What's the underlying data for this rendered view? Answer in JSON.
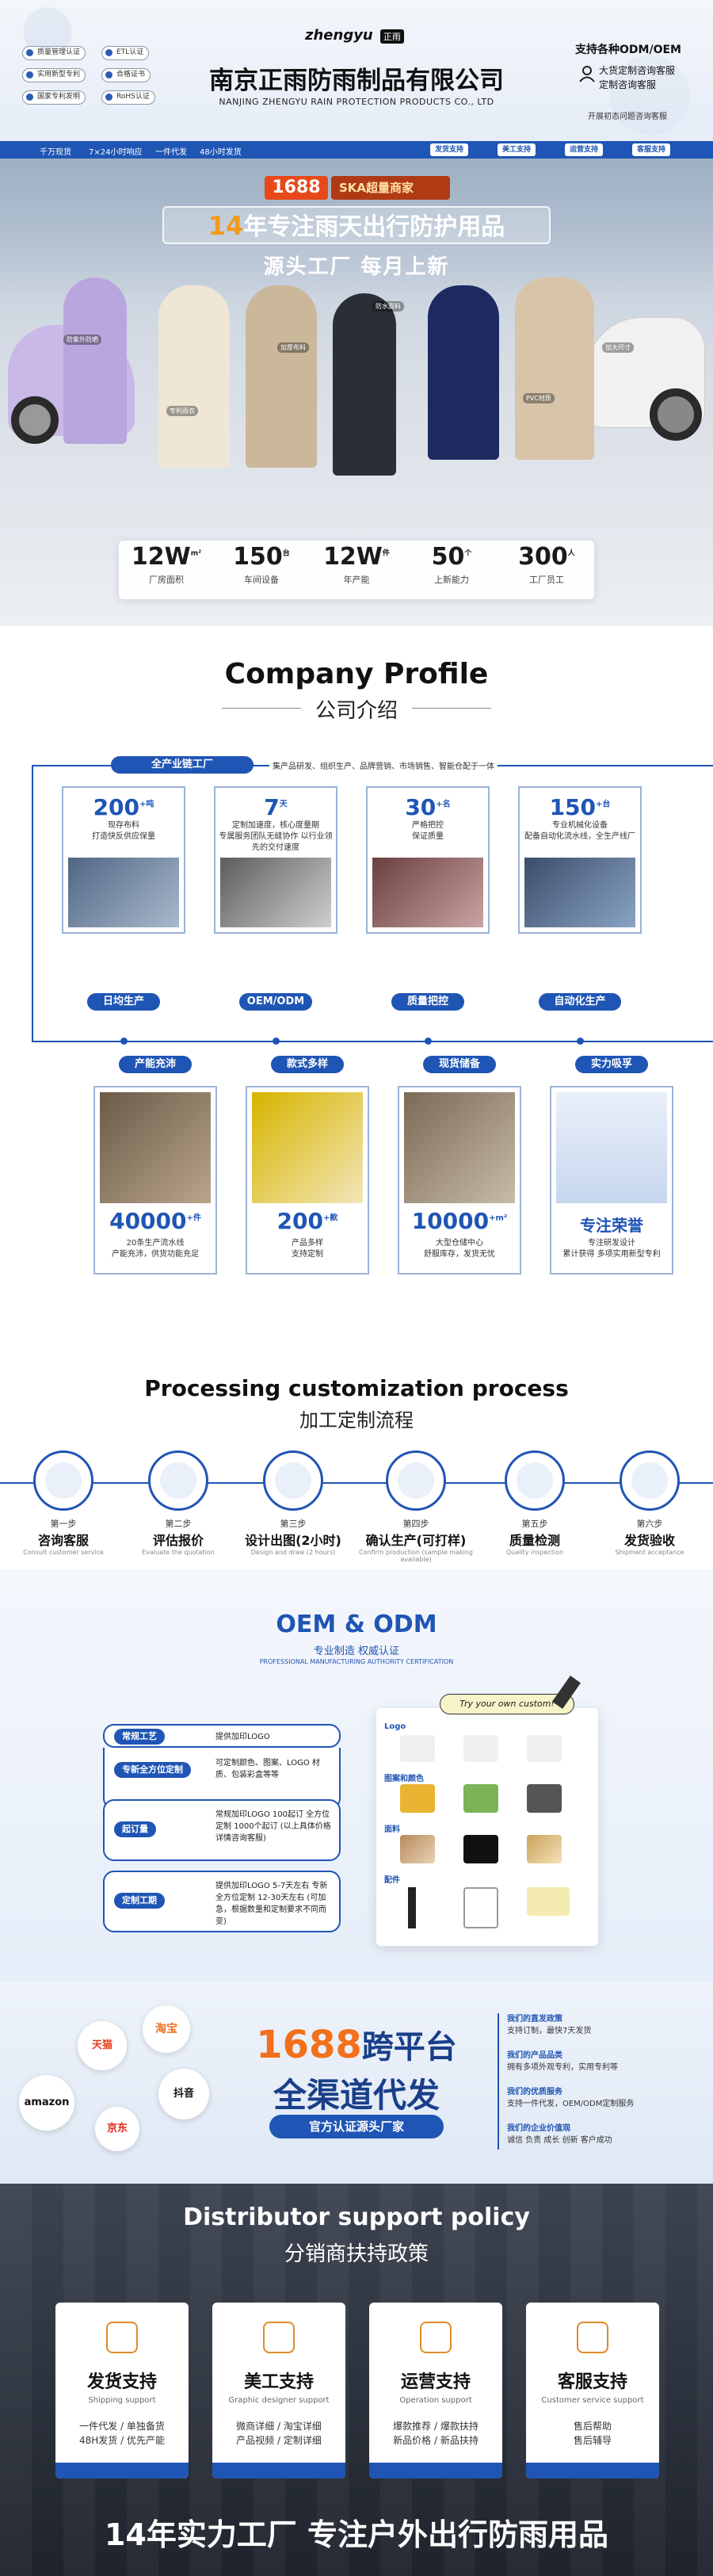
{
  "header": {
    "brand_logo_text": "zhengyu",
    "brand_logo_badge": "正雨",
    "company_cn": "南京正雨防雨制品有限公司",
    "company_en": "NANJING ZHENGYU RAIN PROTECTION PRODUCTS CO., LTD",
    "certs": [
      "质量管理认证",
      "ETL认证",
      "实用新型专利",
      "合格证书",
      "国家专利发明",
      "RoHS认证"
    ],
    "right_title": "支持各种ODM/OEM",
    "right_l1": "大货定制咨询客服",
    "right_l2": "定制咨询客服",
    "right_footer": "开展初态问题咨询客服"
  },
  "svcbar": {
    "items": [
      "千万现货",
      "7×24小时响应",
      "一件代发",
      "48小时发货"
    ],
    "buttons": [
      "发货支持",
      "美工支持",
      "运营支持",
      "客服支持"
    ]
  },
  "hero": {
    "badge_1688": "1688",
    "badge_ska": "SKA超量商家",
    "headline_num": "14",
    "headline": "年专注雨天出行防护用品",
    "sub": "源头工厂  每月上新",
    "callouts": [
      "防紫外防晒",
      "专利雨衣",
      "加厚布料",
      "PVC材质",
      "防水面料",
      "加大尺寸"
    ],
    "stats": [
      {
        "v": "12W",
        "u": "m²",
        "l": "厂房面积"
      },
      {
        "v": "150",
        "u": "台",
        "l": "车间设备"
      },
      {
        "v": "12W",
        "u": "件",
        "l": "年产能"
      },
      {
        "v": "50",
        "u": "个",
        "l": "上新能力"
      },
      {
        "v": "300",
        "u": "人",
        "l": "工厂员工"
      }
    ]
  },
  "profile": {
    "title_en": "Company Profile",
    "title_cn": "公司介绍",
    "chain_label": "全产业链工厂",
    "chain_desc": "集产品研发、组织生产、品牌营销、市场销售、智能仓配于一体",
    "top_cards": [
      {
        "big": "200",
        "sup": "+吨",
        "t1": "现存布料",
        "t2": "打造快反供应保量",
        "pill": "日均生产"
      },
      {
        "big": "7",
        "sup": "天",
        "t1": "定制加速度，核心度量期",
        "t2": "专属服务团队无缝协作 以行业领先的交付速度",
        "pill": "OEM/ODM"
      },
      {
        "big": "30",
        "sup": "+名",
        "t1": "严格把控",
        "t2": "保证质量",
        "pill": "质量把控"
      },
      {
        "big": "150",
        "sup": "+台",
        "t1": "专业机械化设备",
        "t2": "配备自动化流水线，全生产线厂",
        "pill": "自动化生产"
      }
    ],
    "bottom_cards": [
      {
        "pill": "产能充沛",
        "big": "40000",
        "sup": "+件",
        "t1": "20条生产流水线",
        "t2": "产能充沛，供货功能充足"
      },
      {
        "pill": "款式多样",
        "big": "200",
        "sup": "+款",
        "t1": "产品多样",
        "t2": "支持定制"
      },
      {
        "pill": "现货储备",
        "big": "10000",
        "sup": "+m²",
        "t1": "大型仓储中心",
        "t2": "舒服库存，发货无忧"
      },
      {
        "pill": "实力吸孚",
        "big": "专注荣誉",
        "sup": "",
        "t1": "专注研发设计",
        "t2": "累计获得 多项实用新型专利"
      }
    ]
  },
  "process": {
    "title_en": "Processing customization process",
    "title_cn": "加工定制流程",
    "steps": [
      {
        "s": "第一步",
        "n": "咨询客服",
        "e": "Consult customer service"
      },
      {
        "s": "第二步",
        "n": "评估报价",
        "e": "Evaluate the quotation"
      },
      {
        "s": "第三步",
        "n": "设计出图(2小时)",
        "e": "Design and draw (2 hours)"
      },
      {
        "s": "第四步",
        "n": "确认生产(可打样)",
        "e": "Confirm production (sample making available)"
      },
      {
        "s": "第五步",
        "n": "质量检测",
        "e": "Quality inspection"
      },
      {
        "s": "第六步",
        "n": "发货验收",
        "e": "Shipment acceptance"
      }
    ]
  },
  "oem": {
    "title": "OEM & ODM",
    "sub": "专业制造  权威认证",
    "sub_en": "PROFESSIONAL MANUFACTURING   AUTHORITY CERTIFICATION",
    "rows": [
      {
        "tag": "常规工艺",
        "text": "提供加印LOGO"
      },
      {
        "tag": "专新全方位定制",
        "text": "可定制颜色、图案、LOGO 材质、包装彩盒等等"
      },
      {
        "tag": "起订量",
        "text": "常规加印LOGO 100起订 全方位定制 1000个起订 (以上具体价格详情咨询客服)"
      },
      {
        "tag": "定制工期",
        "text": "提供加印LOGO 5-7天左右 专新全方位定制 12-30天左右 (可加急，根据数量和定制要求不同而变)"
      }
    ],
    "try_label": "Try your own custom!",
    "panel_sections": [
      "Logo",
      "图案和颜色",
      "面料",
      "配件"
    ]
  },
  "channels": {
    "platforms": [
      "天猫",
      "淘宝",
      "amazon",
      "京东",
      "抖音"
    ],
    "title_num": "1688",
    "title1": "跨平台",
    "title2": "全渠道代发",
    "btn": "官方认证源头厂家",
    "bullets": [
      {
        "h": "我们的直发政策",
        "t": "支持订制，最快7天发货"
      },
      {
        "h": "我们的产品品类",
        "t": "拥有多项外观专利，实用专利等"
      },
      {
        "h": "我们的优质服务",
        "t": "支持一件代发，OEM/ODM定制服务"
      },
      {
        "h": "我们的企业价值观",
        "t": "诚信 负责 成长 创新 客户成功"
      }
    ]
  },
  "policy": {
    "title_en": "Distributor support policy",
    "title_cn": "分销商扶持政策",
    "cards": [
      {
        "n": "发货支持",
        "e": "Shipping support",
        "d1": "一件代发 / 单独备货",
        "d2": "48H发货 / 优先产能"
      },
      {
        "n": "美工支持",
        "e": "Graphic designer support",
        "d1": "微商详细 / 淘宝详细",
        "d2": "产品视频 / 定制详细"
      },
      {
        "n": "运营支持",
        "e": "Operation support",
        "d1": "爆款推荐 / 爆款扶持",
        "d2": "新品价格 / 新品扶持"
      },
      {
        "n": "客服支持",
        "e": "Customer service support",
        "d1": "售后帮助",
        "d2": "售后辅导"
      }
    ],
    "footer": "14年实力工厂  专注户外出行防雨用品"
  }
}
